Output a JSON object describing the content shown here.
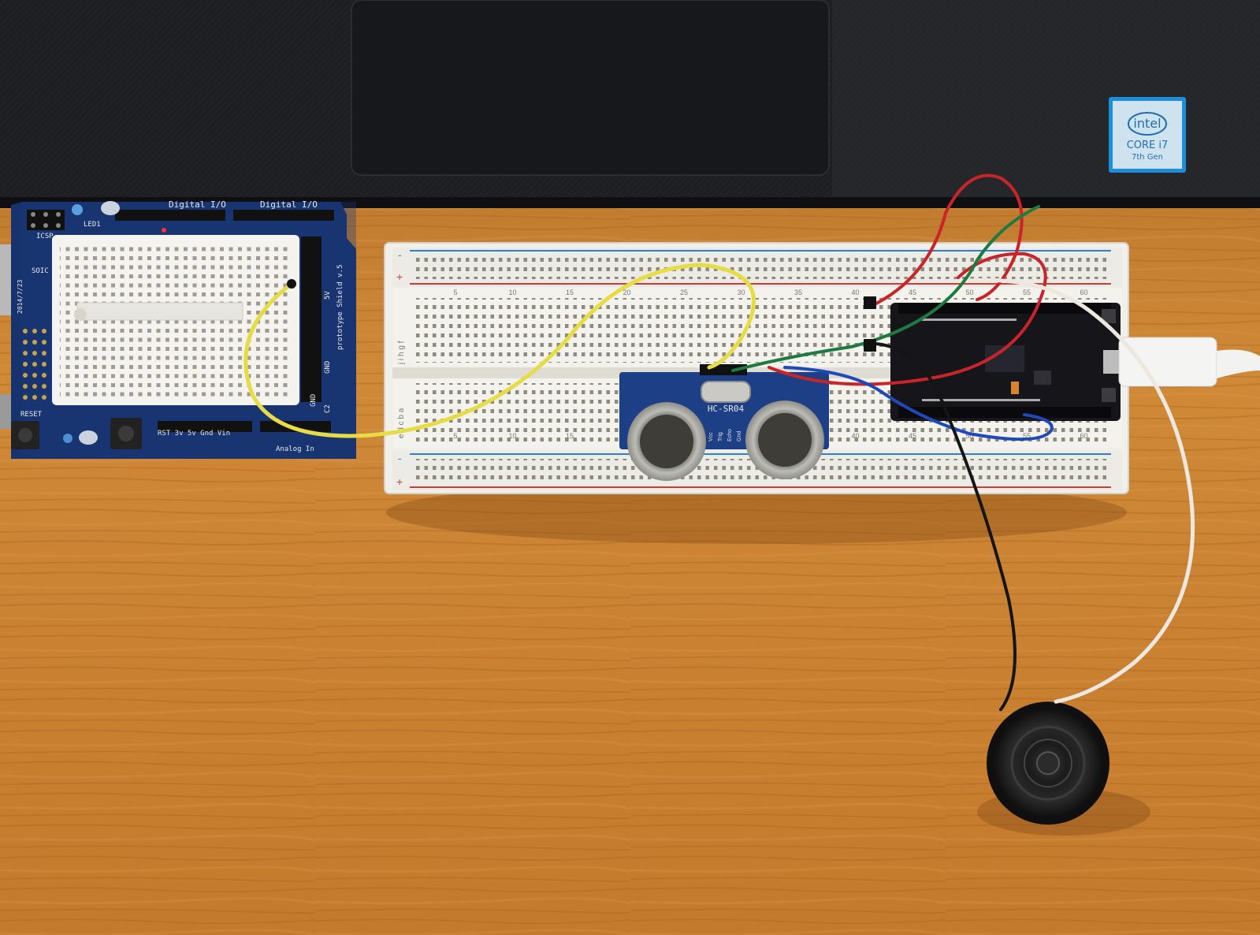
{
  "laptop": {
    "badge": {
      "brand": "intel",
      "line1": "CORE i7",
      "line2": "7th Gen"
    }
  },
  "shield": {
    "label_top_1": "Digital I/O",
    "label_top_2": "Digital I/O",
    "label_icsp": "ICSP",
    "label_soic": "SOIC",
    "label_led": "LED1",
    "label_5v": "5V",
    "label_gnd": "GND",
    "label_gnd2": "GND",
    "label_c2": "C2",
    "label_reset": "RESET",
    "label_analog": "Analog In",
    "label_power": "RST 3v 5v Gnd Vin",
    "label_model": "prototype Shield v.5",
    "label_date": "2014/7/23"
  },
  "breadboard": {
    "col_numbers": [
      "5",
      "10",
      "15",
      "20",
      "25",
      "30",
      "35",
      "40",
      "45",
      "50",
      "55",
      "60"
    ],
    "row_letters_top": "j i h g f",
    "row_letters_bottom": "e d c b a",
    "rail_plus": "+",
    "rail_minus": "-"
  },
  "sensor": {
    "model": "HC-SR04",
    "pins": [
      "Vcc",
      "Trig",
      "Echo",
      "Gnd"
    ]
  },
  "colors": {
    "desk": "#c98232",
    "laptop": "#1c1d20",
    "shield_pcb": "#17336e",
    "breadboard": "#f1efe9",
    "nodemcu": "#15151a",
    "wire_yellow": "#e6dc45",
    "wire_red": "#c8242a",
    "wire_green": "#1e7a43",
    "wire_blue": "#1f49b8",
    "wire_black": "#151515",
    "wire_white": "#ece8df"
  }
}
